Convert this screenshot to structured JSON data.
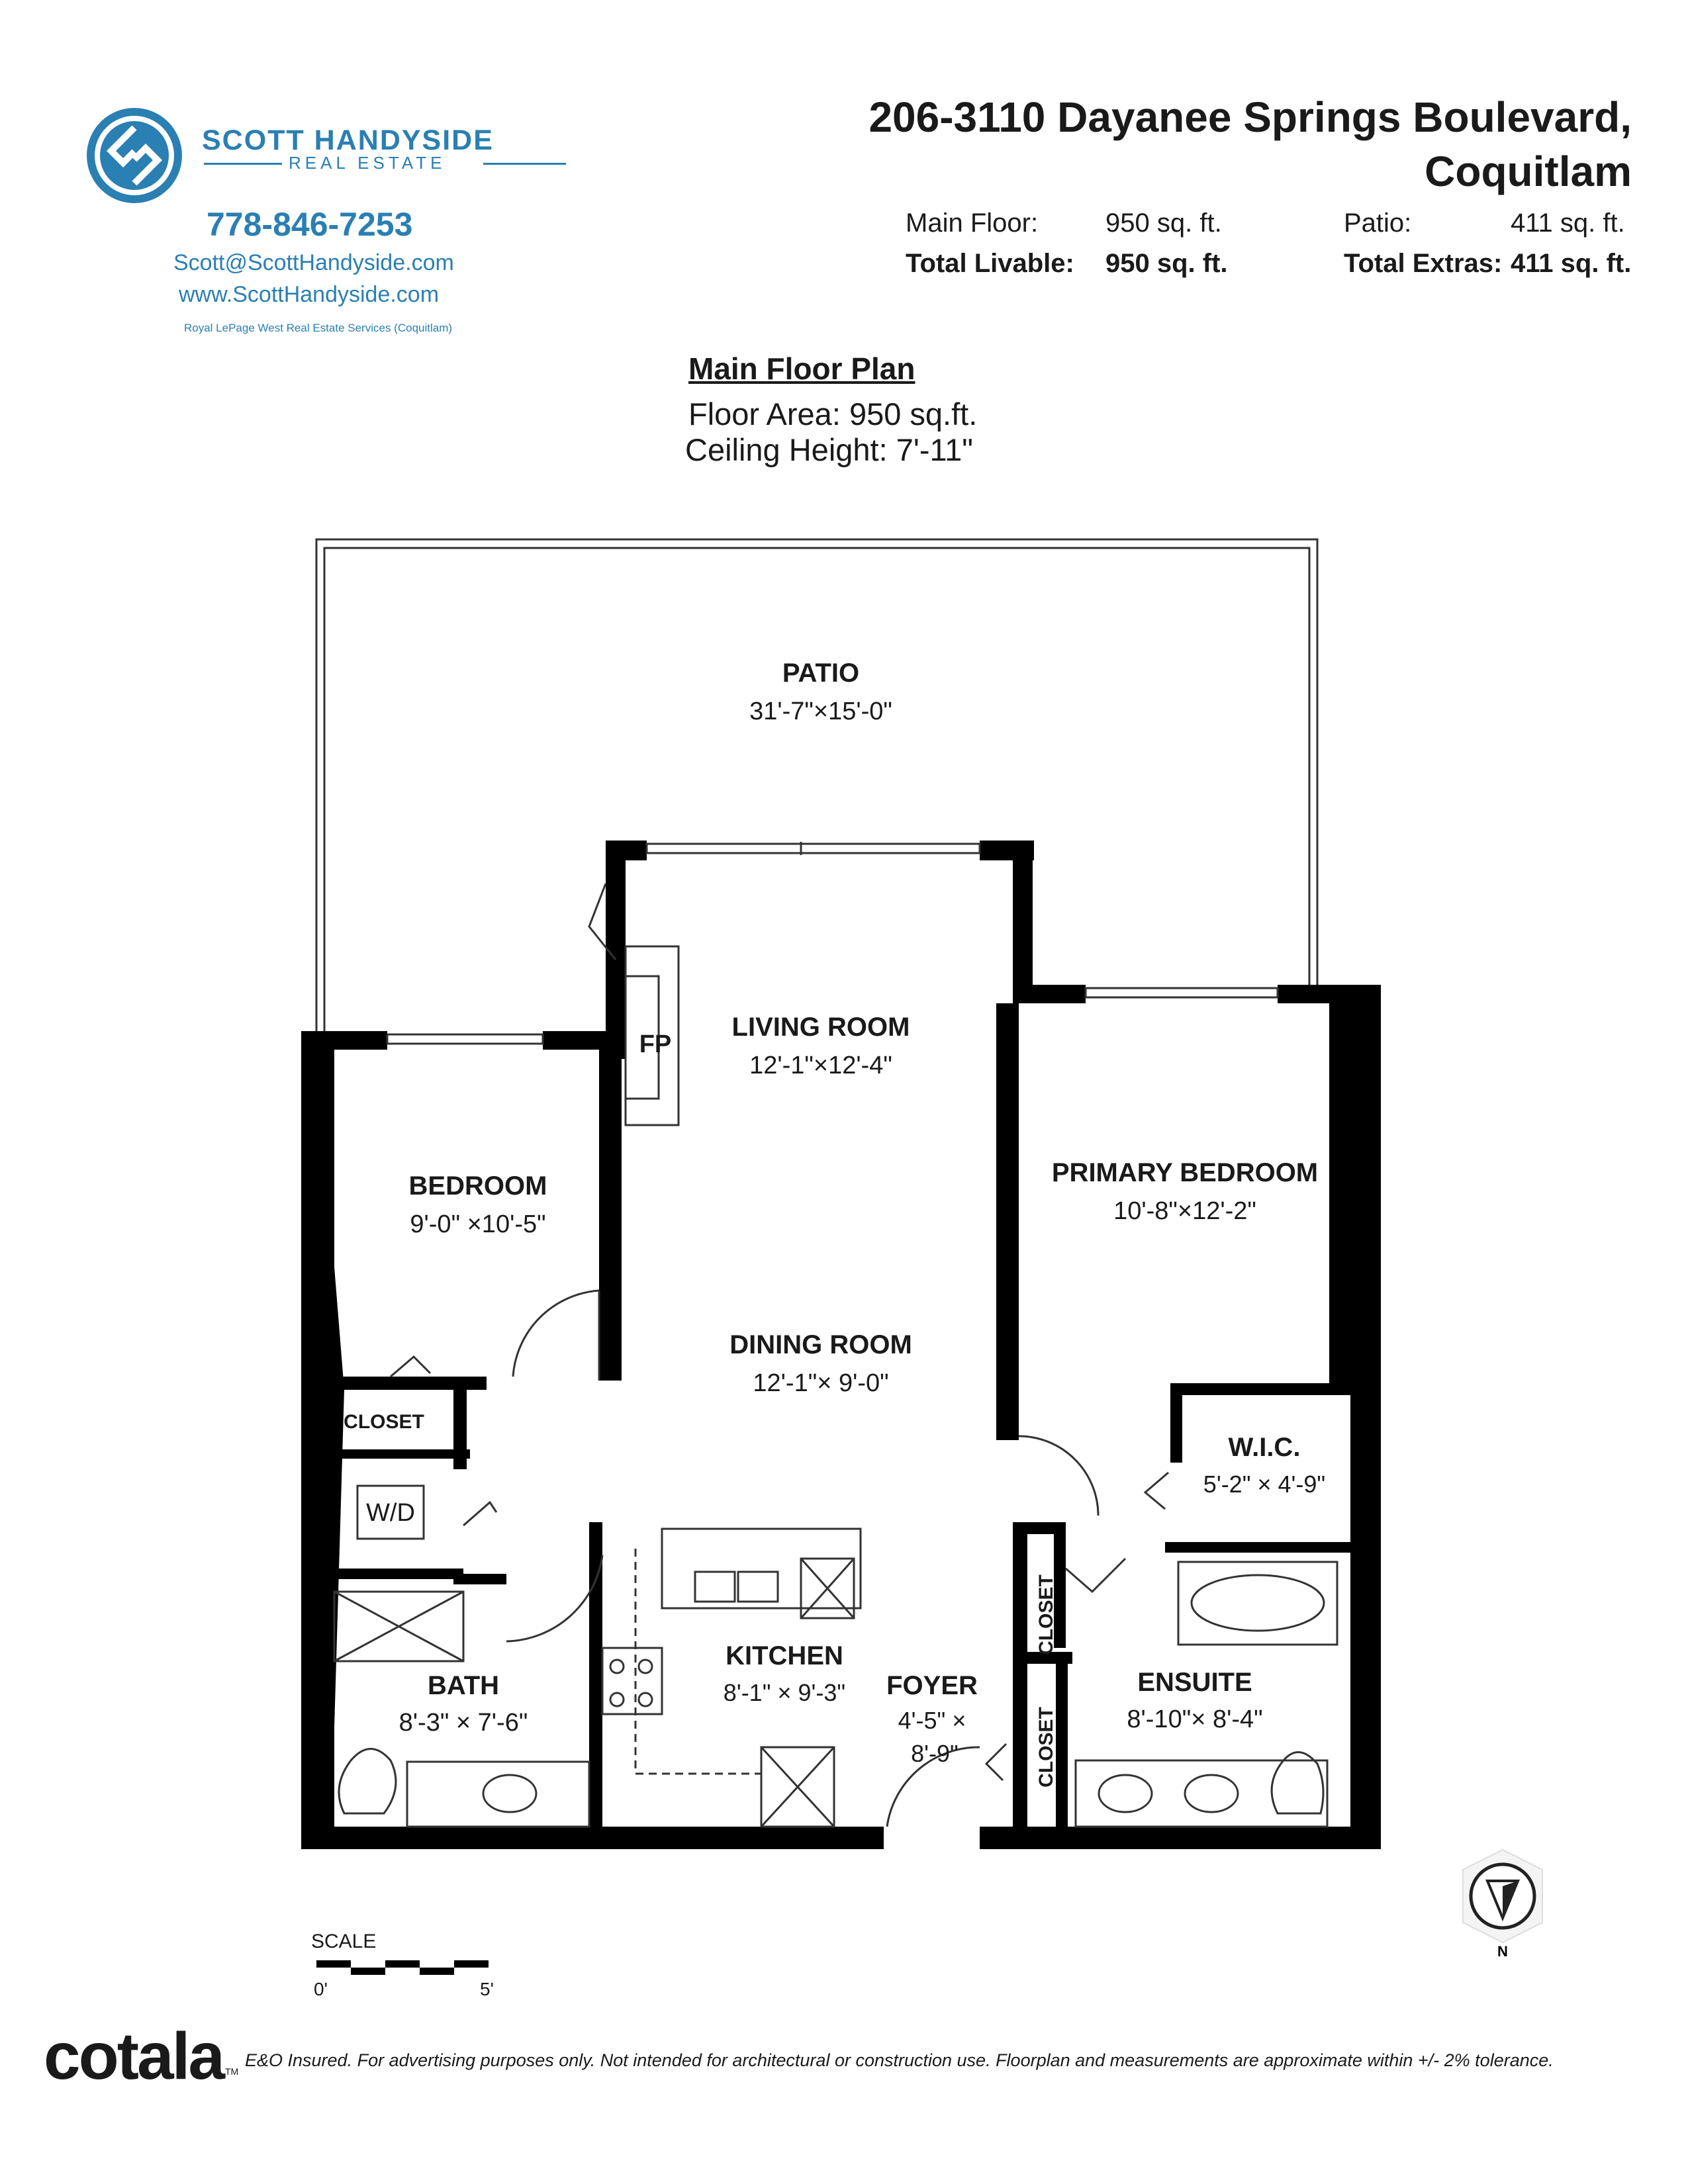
{
  "brand": {
    "name": "SCOTT HANDYSIDE",
    "sub": "REAL ESTATE",
    "phone": "778-846-7253",
    "email": "Scott@ScottHandyside.com",
    "website": "www.ScottHandyside.com",
    "brokerage": "Royal LePage West Real Estate Services (Coquitlam)",
    "color": "#2a7fb3"
  },
  "address": {
    "line1": "206-3110 Dayanee Springs Boulevard,",
    "line2": "Coquitlam"
  },
  "areas": {
    "main_floor_label": "Main Floor:",
    "main_floor_value": "950",
    "total_livable_label": "Total Livable:",
    "total_livable_value": "950",
    "patio_label": "Patio:",
    "patio_value": "411",
    "total_extras_label": "Total Extras:",
    "total_extras_value": "411",
    "unit": "sq. ft."
  },
  "plan": {
    "title": "Main Floor Plan",
    "floor_area": "Floor Area: 950 sq.ft.",
    "ceiling_height": "Ceiling Height: 7'-11\""
  },
  "rooms": {
    "patio": {
      "name": "PATIO",
      "dims": "31'-7\"×15'-0\""
    },
    "living": {
      "name": "LIVING ROOM",
      "dims": "12'-1\"×12'-4\""
    },
    "fireplace": {
      "name": "FP"
    },
    "bedroom": {
      "name": "BEDROOM",
      "dims": "9'-0\" ×10'-5\""
    },
    "primary": {
      "name": "PRIMARY BEDROOM",
      "dims": "10'-8\"×12'-2\""
    },
    "dining": {
      "name": "DINING ROOM",
      "dims": "12'-1\"× 9'-0\""
    },
    "closet_bed": {
      "name": "CLOSET"
    },
    "wd": {
      "name": "W/D"
    },
    "wic": {
      "name": "W.I.C.",
      "dims": "5'-2\" × 4'-9\""
    },
    "closet_foyer_upper": {
      "name": "CLOSET"
    },
    "closet_foyer_lower": {
      "name": "CLOSET"
    },
    "kitchen": {
      "name": "KITCHEN",
      "dims": "8'-1\" × 9'-3\""
    },
    "foyer": {
      "name": "FOYER",
      "dims_1": "4'-5\" ×",
      "dims_2": "8'-9\""
    },
    "bath": {
      "name": "BATH",
      "dims": "8'-3\" × 7'-6\""
    },
    "ensuite": {
      "name": "ENSUITE",
      "dims": "8'-10\"× 8'-4\""
    }
  },
  "compass": {
    "label": "N"
  },
  "scale": {
    "label": "SCALE",
    "start": "0'",
    "end": "5'"
  },
  "footer": {
    "logo": "cotala",
    "tm": "TM",
    "disclaimer": "E&O Insured. For advertising purposes only. Not intended for architectural or construction use. Floorplan and measurements are approximate within +/- 2% tolerance."
  }
}
